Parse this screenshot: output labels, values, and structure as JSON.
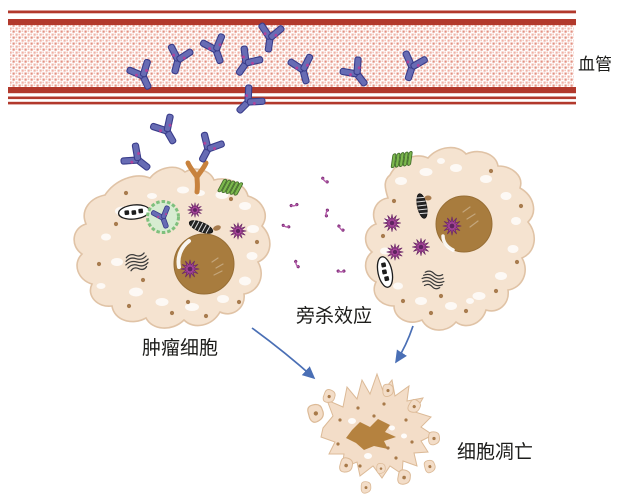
{
  "figure": {
    "background": "#ffffff",
    "labels": {
      "vessel": "血管",
      "tumor_cell": "肿瘤细胞",
      "bystander_effect": "旁杀效应",
      "apoptosis": "细胞凋亡"
    },
    "counts": {
      "antibodies_in_vessel": 8,
      "antibodies_crossing_vessel_wall": 1,
      "antibodies_outside_vessel": 2,
      "antibodies_bound_to_receptor": 1,
      "antibodies_internalized_in_endosome": 1,
      "released_payload_molecules": 7,
      "payload_stars_left_cell": 3,
      "payload_stars_right_cell": 4,
      "apoptotic_bodies": 10
    },
    "colors": {
      "vessel_wall": "#b2392c",
      "blood_stipple_dark": "#d96a56",
      "blood_stipple_light": "#efb0a4",
      "antibody_fill": "#676cb4",
      "antibody_outline": "#393c8a",
      "conjugate_dot": "#b0449b",
      "payload_molecule": "#7e2b78",
      "payload_star": "#a8459b",
      "cytoplasm": "#f5e3d0",
      "cell_outline": "#e0c3a6",
      "nucleus": "#a87c3e",
      "endosome_ring": "#7fc07d",
      "endosome_fill": "#d7ecd1",
      "receptor_orange": "#c8823d",
      "receptor_coil_green": "#7cb84e",
      "organelle_dark": "#242424",
      "apoptotic_nucleus": "#b5823f",
      "arrow": "#4a6fb5",
      "label_text": "#1d1d1b"
    }
  }
}
